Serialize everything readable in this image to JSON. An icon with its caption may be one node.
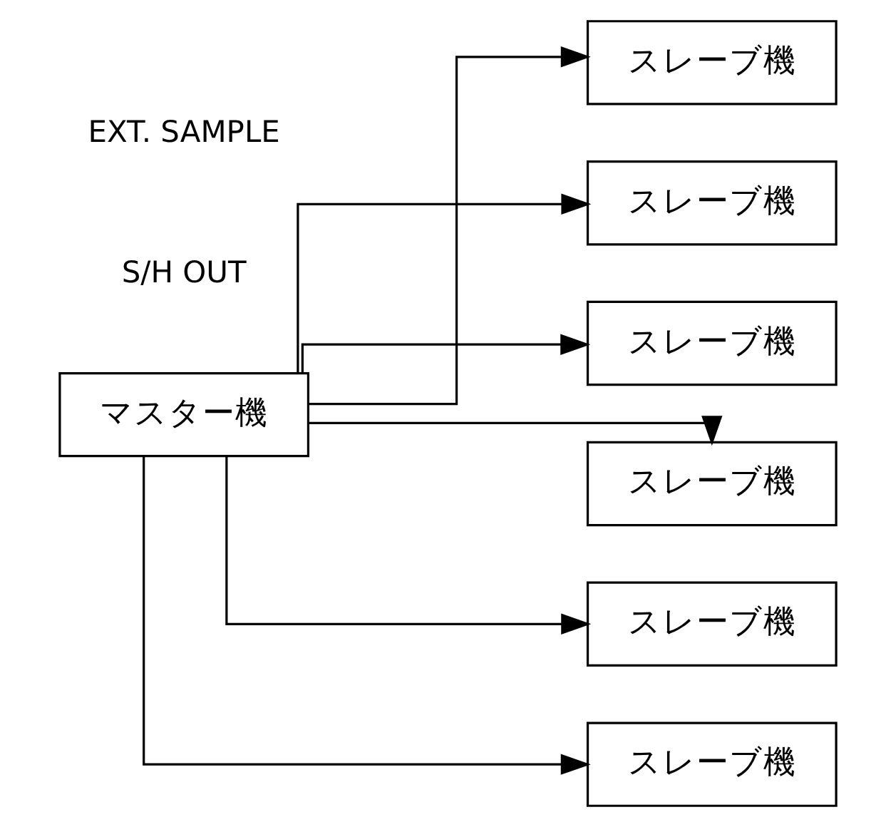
{
  "diagram": {
    "nodes": [
      {
        "text": [
          "マスター機"
        ]
      },
      {
        "text": [
          "スレーブ機"
        ]
      },
      {
        "text": [
          "スレーブ機"
        ]
      },
      {
        "text": [
          "スレーブ機"
        ]
      },
      {
        "text": [
          "スレーブ機"
        ]
      },
      {
        "text": [
          "スレーブ機"
        ]
      },
      {
        "text": [
          "スレーブ機"
        ]
      }
    ],
    "edges": [
      {
        "from": 0,
        "to": 1,
        "arrow": "to"
      },
      {
        "from": 0,
        "to": 2,
        "arrow": "to"
      },
      {
        "from": 0,
        "to": 3,
        "arrow": "to"
      },
      {
        "from": 0,
        "to": 4,
        "arrow": "to"
      },
      {
        "from": 0,
        "to": 5,
        "arrow": "to"
      },
      {
        "from": 0,
        "to": 6,
        "arrow": "to"
      }
    ],
    "labels": [
      "S/H OUT",
      "EXT. SAMPLE"
    ]
  }
}
